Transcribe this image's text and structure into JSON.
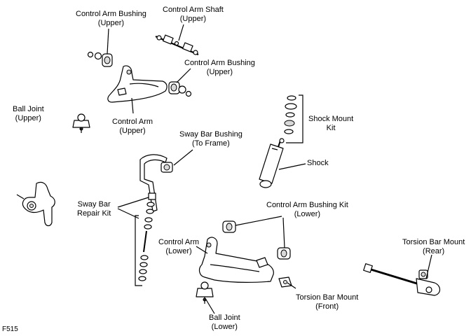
{
  "labels": {
    "control_arm_bushing_upper_left": [
      "Control Arm Bushing",
      "(Upper)"
    ],
    "control_arm_shaft_upper": [
      "Control Arm Shaft",
      "(Upper)"
    ],
    "control_arm_bushing_upper_right": [
      "Control Arm Bushing",
      "(Upper)"
    ],
    "ball_joint_upper": [
      "Ball Joint",
      "(Upper)"
    ],
    "control_arm_upper": [
      "Control Arm",
      "(Upper)"
    ],
    "shock_mount_kit": [
      "Shock Mount",
      "Kit"
    ],
    "sway_bar_bushing": [
      "Sway Bar Bushing",
      "(To Frame)"
    ],
    "shock": [
      "Shock"
    ],
    "sway_bar_repair_kit": [
      "Sway Bar",
      "Repair Kit"
    ],
    "control_arm_bushing_kit_lower": [
      "Control Arm Bushing Kit",
      "(Lower)"
    ],
    "control_arm_lower": [
      "Control Arm",
      "(Lower)"
    ],
    "torsion_bar_mount_rear": [
      "Torsion Bar Mount",
      "(Rear)"
    ],
    "torsion_bar_mount_front": [
      "Torsion Bar Mount",
      "(Front)"
    ],
    "ball_joint_lower": [
      "Ball Joint",
      "(Lower)"
    ]
  },
  "figure_code": "F515"
}
